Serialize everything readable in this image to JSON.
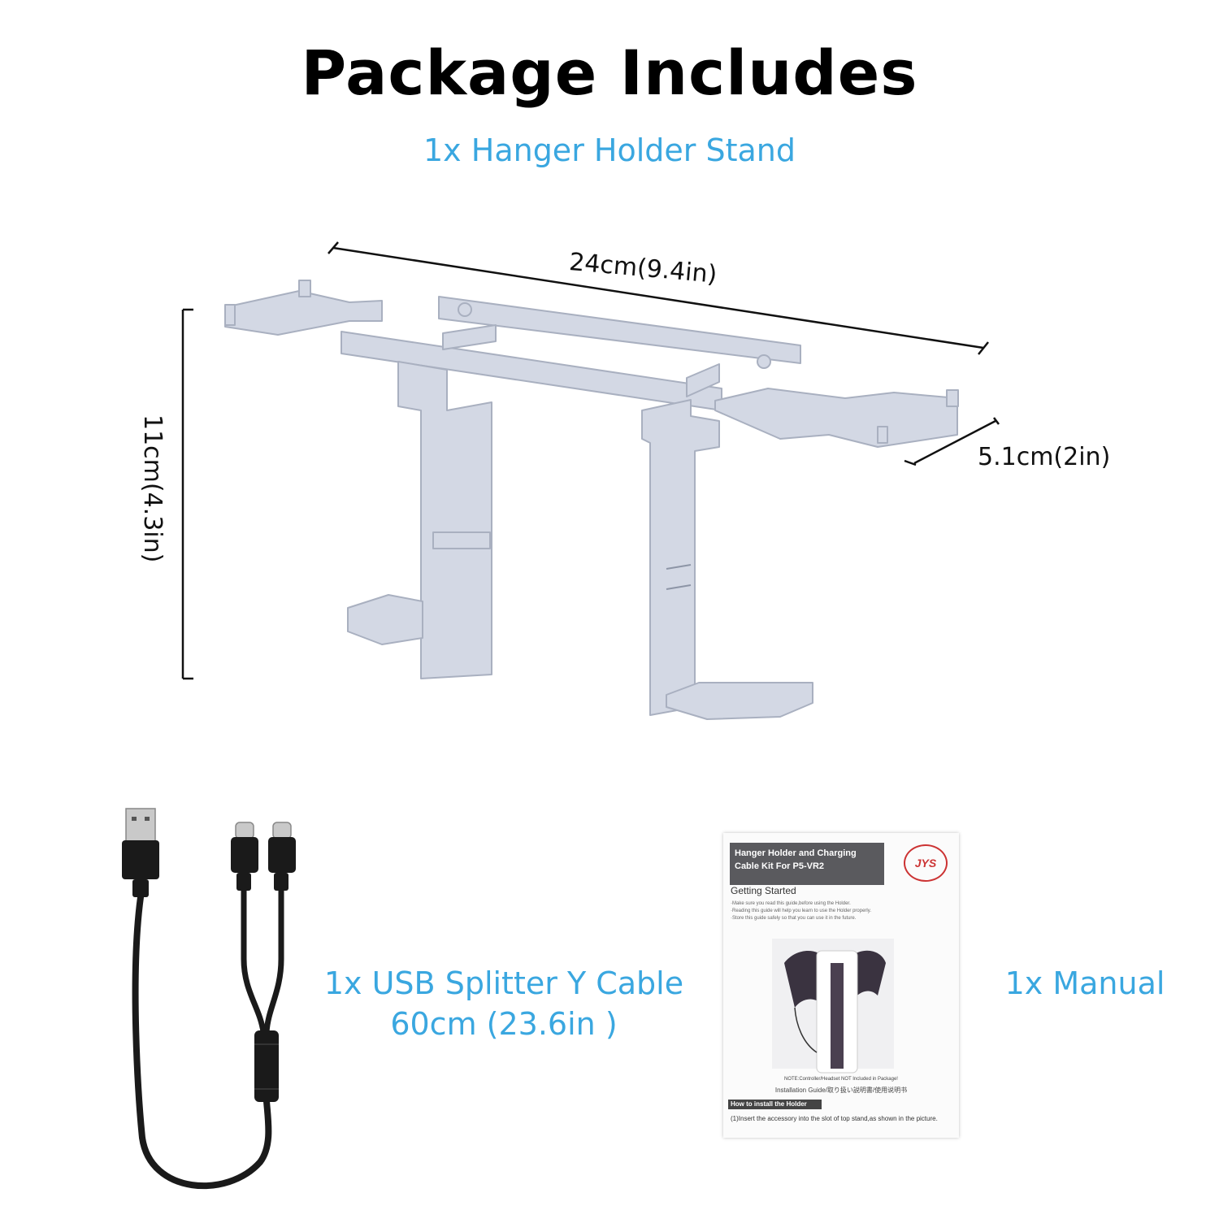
{
  "heading": {
    "title": "Package Includes",
    "item1": "1x Hanger Holder Stand"
  },
  "dimensions": {
    "length": "24cm(9.4in)",
    "depth": "5.1cm(2in)",
    "height": "11cm(4.3in)"
  },
  "items": {
    "cable_line1": "1x USB Splitter Y Cable",
    "cable_line2": "60cm (23.6in )",
    "manual": "1x Manual"
  },
  "manual_cover": {
    "header_line1": "Hanger Holder  and  Charging",
    "header_line2": "Cable Kit For P5-VR2",
    "logo": "JYS",
    "getting_started": "Getting Started",
    "bullet1": "·Make sure you read this guide,before using the Holder.",
    "bullet2": "·Reading this guide will help you learn to use the Holder properly.",
    "bullet3": "·Store this guide safely so that you can use it in the future.",
    "note": "NOTE:Controller/Headset NOT Included in Package!",
    "guide": "Installation  Guide/取り扱い説明書/使用说明书",
    "howto": "How to install the Holder",
    "step1": "(1)Insert the accessory into the slot of top stand,as shown in the picture."
  },
  "colors": {
    "accent": "#3aa7e0",
    "stand": "#d3d8e4",
    "cable": "#1a1a1a"
  }
}
